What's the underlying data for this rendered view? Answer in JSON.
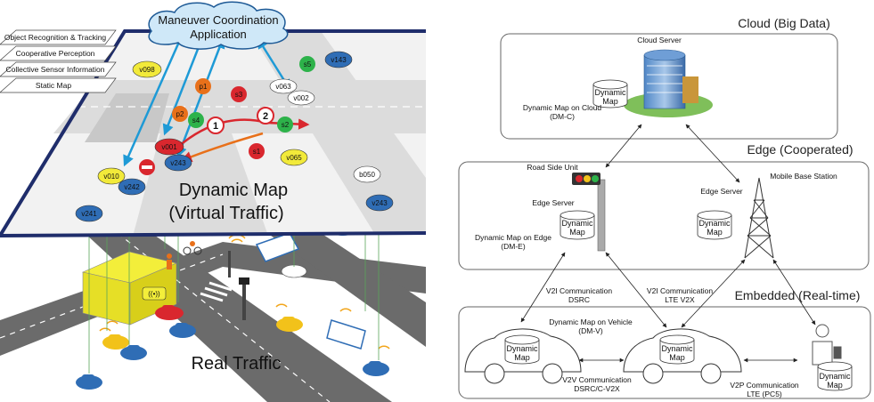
{
  "left": {
    "cloud_app": [
      "Maneuver Coordination",
      "Application"
    ],
    "layers": [
      "Object Recognition & Tracking",
      "Cooperative Perception",
      "Collective Sensor Information",
      "Static Map"
    ],
    "dynamic_map_title": [
      "Dynamic Map",
      "(Virtual Traffic)"
    ],
    "real_traffic": "Real Traffic",
    "markers": [
      "1",
      "2"
    ],
    "vehicles": [
      {
        "label": "v098",
        "color": "#f2ea3a"
      },
      {
        "label": "v143",
        "color": "#2f6db5"
      },
      {
        "label": "v063",
        "color": "#ffffff"
      },
      {
        "label": "v002",
        "color": "#ffffff"
      },
      {
        "label": "v001",
        "color": "#d9272e"
      },
      {
        "label": "v243",
        "color": "#2f6db5"
      },
      {
        "label": "v010",
        "color": "#f2ea3a"
      },
      {
        "label": "v242",
        "color": "#2f6db5"
      },
      {
        "label": "v241",
        "color": "#2f6db5"
      },
      {
        "label": "v065",
        "color": "#f2ea3a"
      },
      {
        "label": "b050",
        "color": "#ffffff"
      },
      {
        "label": "v243",
        "color": "#2f6db5"
      }
    ],
    "objects": [
      {
        "label": "p1",
        "color": "#e8701a"
      },
      {
        "label": "p2",
        "color": "#e8701a"
      },
      {
        "label": "s3",
        "color": "#d9272e"
      },
      {
        "label": "s4",
        "color": "#2db24a"
      },
      {
        "label": "s5",
        "color": "#2db24a"
      },
      {
        "label": "s2",
        "color": "#2db24a"
      },
      {
        "label": "s1",
        "color": "#d9272e"
      }
    ]
  },
  "right": {
    "tiers": {
      "cloud": "Cloud (Big Data)",
      "edge": "Edge (Cooperated)",
      "embedded": "Embedded (Real-time)"
    },
    "cloud_server": "Cloud Server",
    "dm_cloud": [
      "Dynamic Map on Cloud",
      "(DM-C)"
    ],
    "rsu": "Road Side Unit",
    "edge_server_left": "Edge Server",
    "edge_server_right": "Edge Server",
    "mobile_bs": "Mobile Base Station",
    "dm_edge": [
      "Dynamic Map on Edge",
      "(DM-E)"
    ],
    "v2i_dsrc": [
      "V2I Communication",
      "DSRC"
    ],
    "v2i_lte": [
      "V2I Communication",
      "LTE V2X"
    ],
    "dm_vehicle": [
      "Dynamic Map on Vehicle",
      "(DM-V)"
    ],
    "v2v": [
      "V2V Communication",
      "DSRC/C-V2X"
    ],
    "v2p": [
      "V2P Communication",
      "LTE (PC5)"
    ],
    "dynamic_map": [
      "Dynamic",
      "Map"
    ]
  }
}
